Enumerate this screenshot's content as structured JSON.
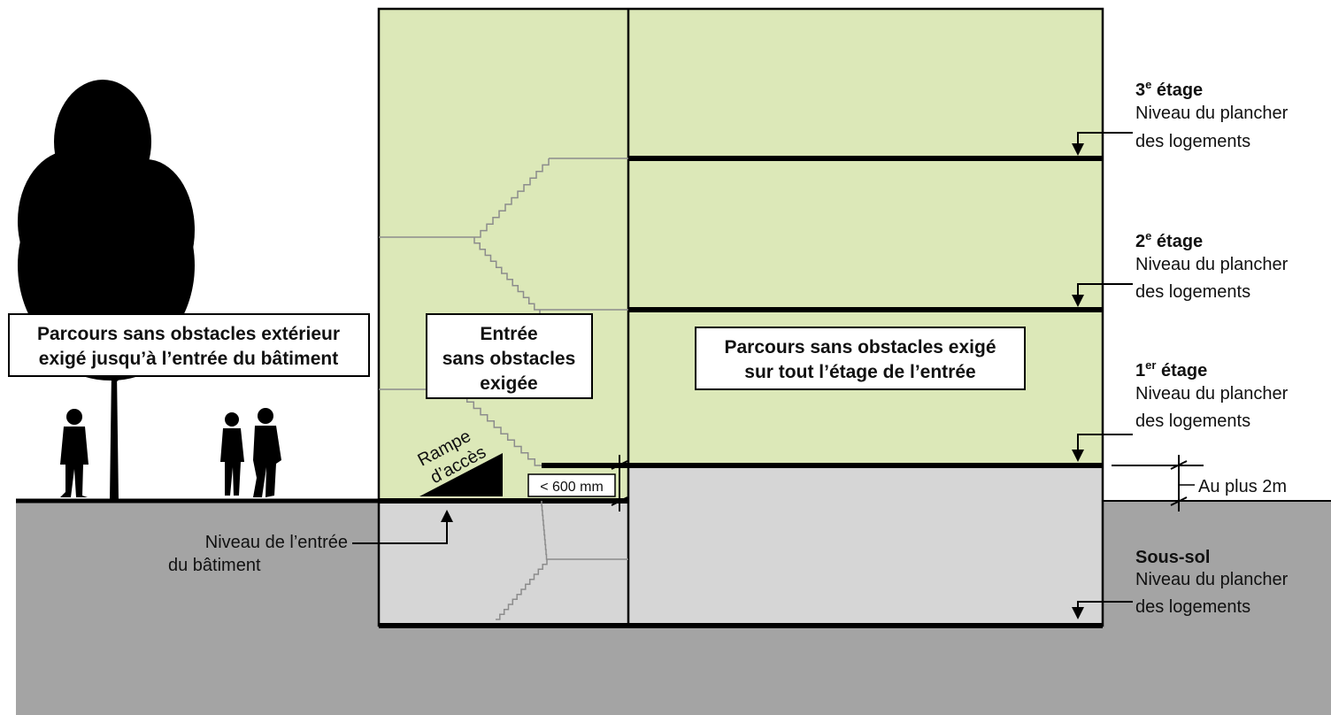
{
  "colors": {
    "ground": "#a4a4a4",
    "building_upper": "#dce8b8",
    "building_lower": "#d6d6d6",
    "ink": "#000000",
    "stair_line": "#8c8c8c"
  },
  "icons": [
    "tree-icon",
    "person-icon",
    "ramp-icon",
    "stair-icon",
    "arrow-down-icon",
    "arrow-up-icon"
  ],
  "exterior_path_label": {
    "line1": "Parcours sans obstacles extérieur",
    "line2": "exigé jusqu’à l’entrée du bâtiment"
  },
  "entrance_label": {
    "line1": "Entrée",
    "line2": "sans obstacles",
    "line3": "exigée"
  },
  "floor_path_label": {
    "line1": "Parcours sans obstacles exigé",
    "line2": "sur tout l’étage de l’entrée"
  },
  "ramp_label": {
    "line1": "Rampe",
    "line2": "d’accès"
  },
  "entrance_level_label": {
    "line1": "Niveau de l’entrée",
    "line2": "du bâtiment"
  },
  "height_limit": "< 600 mm",
  "max_height": "Au plus 2m",
  "floors": [
    {
      "number": "3",
      "suffix": "e",
      "name": " étage",
      "line1": "Niveau du plancher",
      "line2": "des logements"
    },
    {
      "number": "2",
      "suffix": "e",
      "name": " étage",
      "line1": "Niveau du plancher",
      "line2": "des logements"
    },
    {
      "number": "1",
      "suffix": "er",
      "name": " étage",
      "line1": "Niveau du plancher",
      "line2": "des logements"
    },
    {
      "number": "",
      "suffix": "",
      "name": "Sous-sol",
      "line1": "Niveau du plancher",
      "line2": "des logements"
    }
  ]
}
